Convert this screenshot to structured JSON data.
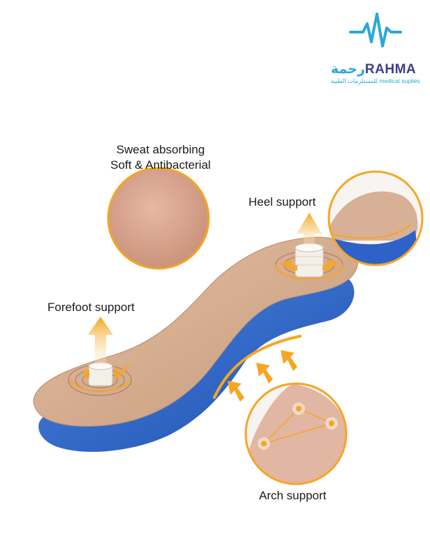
{
  "labels": {
    "sweat_line1": "Sweat absorbing",
    "sweat_line2": "Soft & Antibacterial",
    "heel": "Heel support",
    "forefoot": "Forefoot support",
    "arch": "Arch support"
  },
  "logo": {
    "name_latin": "RAHMA",
    "name_arabic": "رحمة",
    "tagline_arabic": "للمستلزمات الطبية",
    "tagline_latin": "medical suplies"
  },
  "colors": {
    "accent_orange": "#f5a623",
    "insole_top": "#d9b191",
    "insole_base": "#2f62c8",
    "logo_blue": "#2aa8d8",
    "logo_navy": "#3a3f8f"
  }
}
